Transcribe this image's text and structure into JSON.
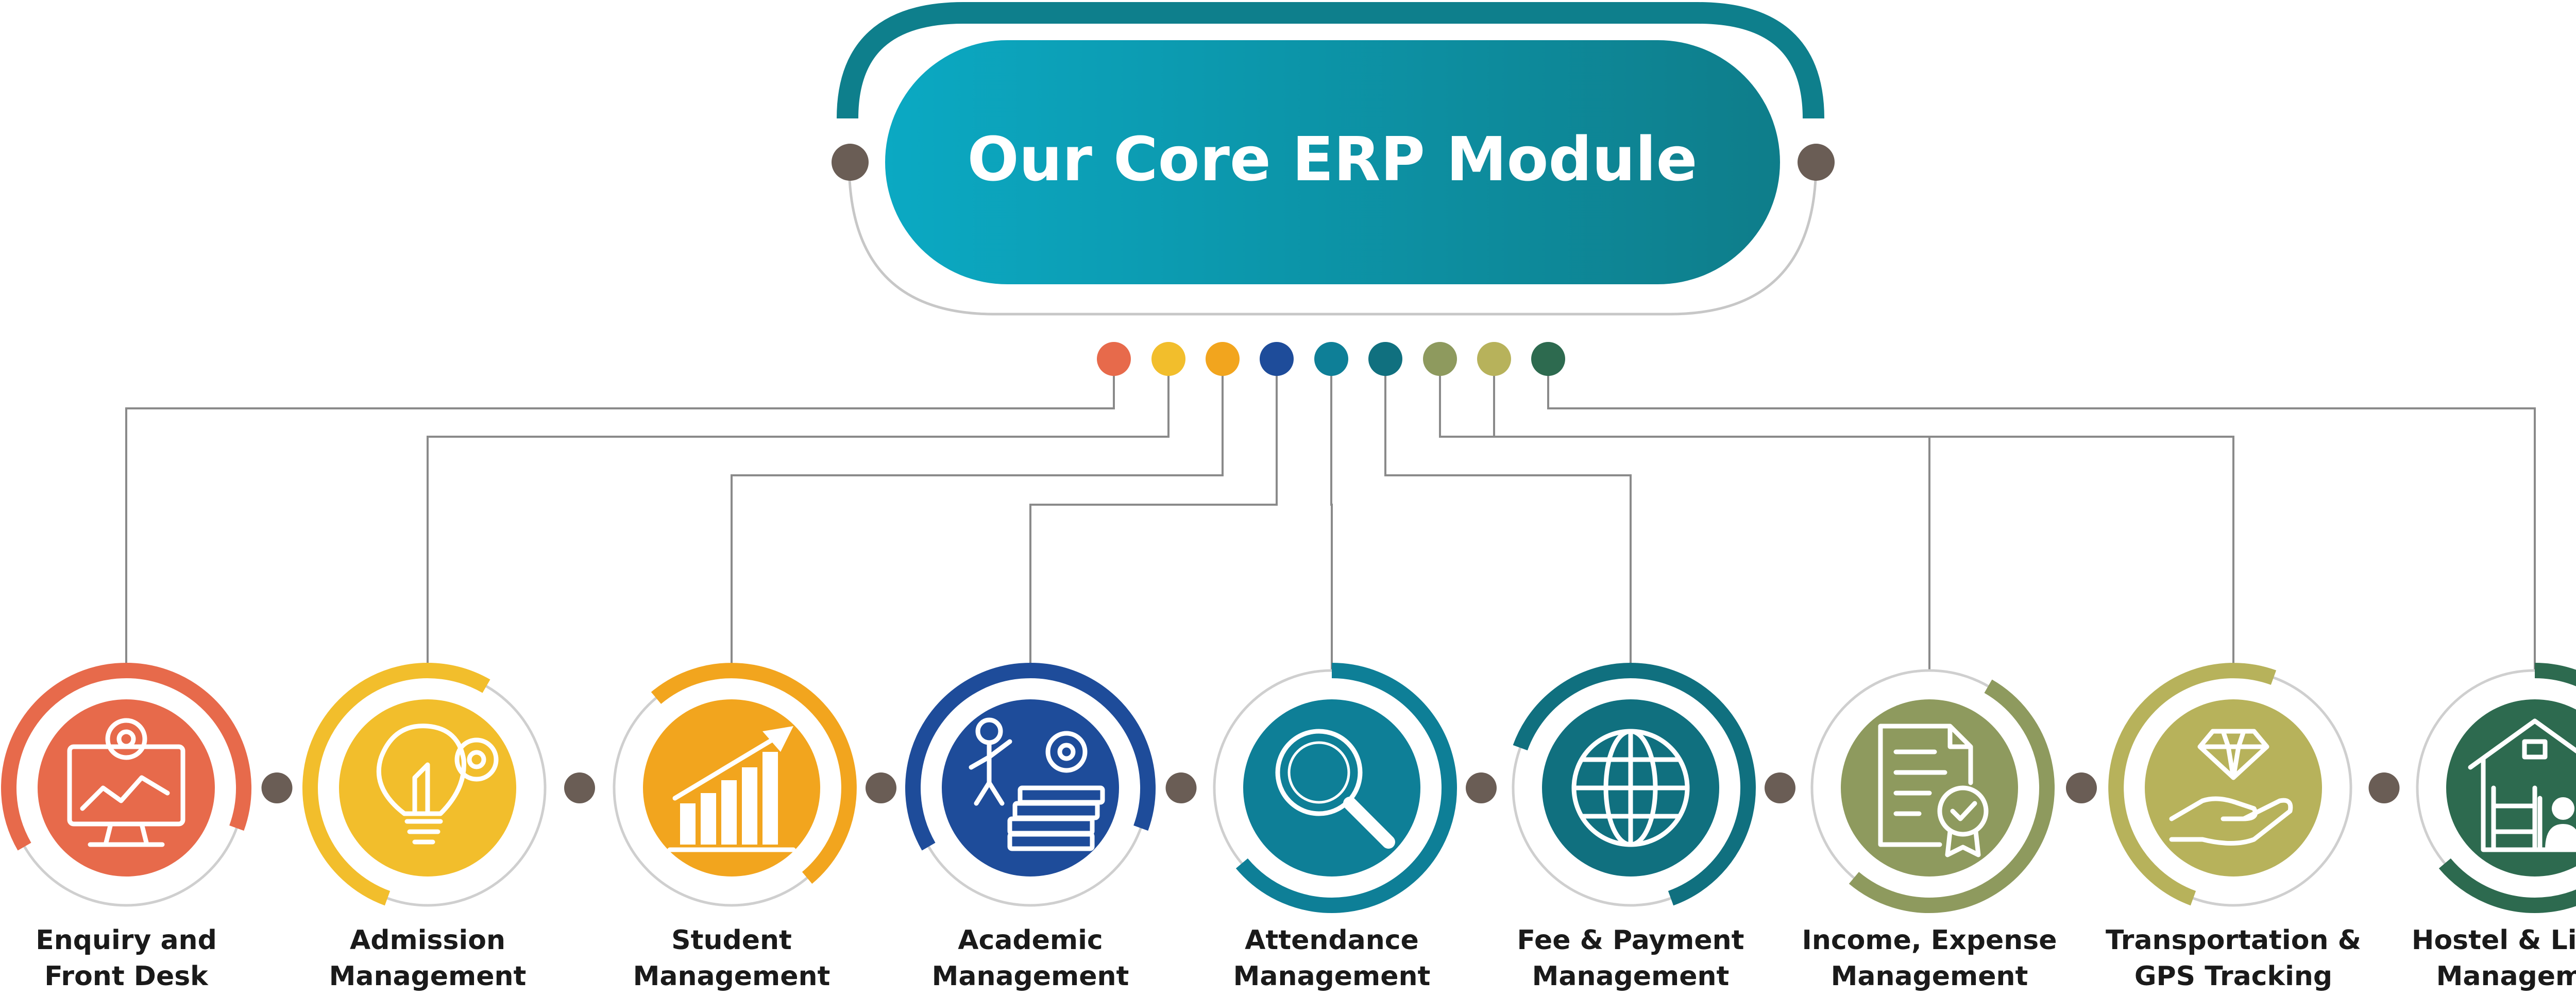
{
  "header": {
    "title": "Our Core ERP Module"
  },
  "modules": [
    {
      "label_line1": "Enquiry and",
      "label_line2": "Front Desk",
      "color": "#E76A4B",
      "icon": "monitor-gear-chart-icon"
    },
    {
      "label_line1": "Admission",
      "label_line2": "Management",
      "color": "#F2BE2C",
      "icon": "lightbulb-gear-icon"
    },
    {
      "label_line1": "Student",
      "label_line2": "Management",
      "color": "#F2A51E",
      "icon": "growth-bar-chart-icon"
    },
    {
      "label_line1": "Academic",
      "label_line2": "Management",
      "color": "#1E4C9A",
      "icon": "person-books-gear-icon"
    },
    {
      "label_line1": "Attendance",
      "label_line2": "Management",
      "color": "#0E7F97",
      "icon": "magnifier-icon"
    },
    {
      "label_line1": "Fee & Payment",
      "label_line2": "Management",
      "color": "#10707F",
      "icon": "globe-icon"
    },
    {
      "label_line1": "Income, Expense",
      "label_line2": "Management",
      "color": "#8E9A5E",
      "icon": "document-certificate-icon"
    },
    {
      "label_line1": "Transportation &",
      "label_line2": "GPS Tracking",
      "color": "#B7B25B",
      "icon": "hand-diamond-icon"
    },
    {
      "label_line1": "Hostel & Library",
      "label_line2": "Management",
      "color": "#2D6A4F",
      "icon": "house-bunkbed-person-icon"
    }
  ],
  "colors": {
    "header_gradient_start": "#0BA9C3",
    "header_gradient_end": "#0E7D8A",
    "header_arc": "#0E7F8C",
    "connector": "#8A8A8A",
    "ring": "#CFCFCF",
    "dot": "#6A5D55",
    "label": "#1A1A1A"
  }
}
